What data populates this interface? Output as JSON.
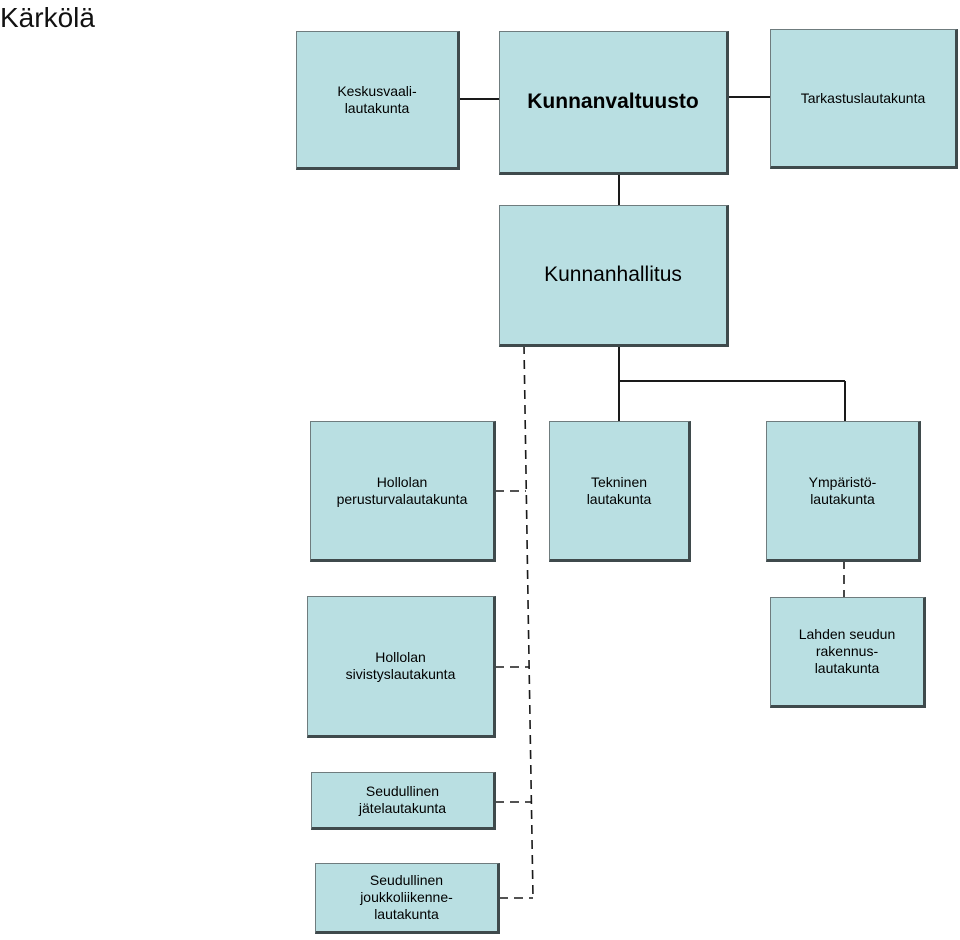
{
  "title": "Kärkölä",
  "colors": {
    "box_fill": "#b9dfe2",
    "box_border": "#3f4a4c",
    "line": "#1a1a1a"
  },
  "nodes": {
    "keskusvaalilautakunta": "Keskusvaali-\nlautakunta",
    "kunnanvaltuusto": "Kunnanvaltuusto",
    "tarkastuslautakunta": "Tarkastuslautakunta",
    "kunnanhallitus": "Kunnanhallitus",
    "perusturvalautakunta": "Hollolan\nperusturvalautakunta",
    "tekninen": "Tekninen\nlautakunta",
    "ymparisto": "Ympäristö-\nlautakunta",
    "sivistyslautakunta": "Hollolan\nsivistyslautakunta",
    "rakennuslautakunta": "Lahden seudun\nrakennus-\nlautakunta",
    "jatelautakunta": "Seudullinen\njätelautakunta",
    "joukkoliikennelautakunta": "Seudullinen\njoukkoliikenne-\nlautakunta"
  },
  "edges": [
    {
      "from": "keskusvaalilautakunta",
      "to": "kunnanvaltuusto",
      "style": "solid"
    },
    {
      "from": "kunnanvaltuusto",
      "to": "tarkastuslautakunta",
      "style": "solid"
    },
    {
      "from": "kunnanvaltuusto",
      "to": "kunnanhallitus",
      "style": "solid"
    },
    {
      "from": "kunnanhallitus",
      "to": "tekninen",
      "style": "solid"
    },
    {
      "from": "kunnanhallitus",
      "to": "ymparisto",
      "style": "solid"
    },
    {
      "from": "ymparisto",
      "to": "rakennuslautakunta",
      "style": "dashed"
    },
    {
      "from": "kunnanhallitus",
      "to": "perusturvalautakunta",
      "style": "dashed"
    },
    {
      "from": "kunnanhallitus",
      "to": "sivistyslautakunta",
      "style": "dashed"
    },
    {
      "from": "kunnanhallitus",
      "to": "jatelautakunta",
      "style": "dashed"
    },
    {
      "from": "kunnanhallitus",
      "to": "joukkoliikennelautakunta",
      "style": "dashed"
    }
  ]
}
